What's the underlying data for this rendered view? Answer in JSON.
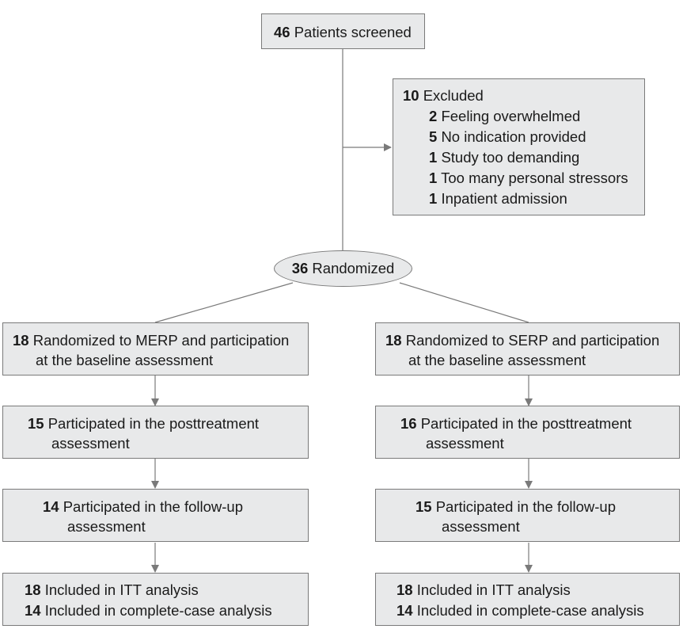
{
  "screened": {
    "n": "46",
    "label": "Patients screened"
  },
  "excluded": {
    "n": "10",
    "label": "Excluded",
    "reasons": [
      {
        "n": "2",
        "label": "Feeling overwhelmed"
      },
      {
        "n": "5",
        "label": "No indication provided"
      },
      {
        "n": "1",
        "label": "Study too demanding"
      },
      {
        "n": "1",
        "label": "Too many personal stressors"
      },
      {
        "n": "1",
        "label": "Inpatient admission"
      }
    ]
  },
  "randomized": {
    "n": "36",
    "label": "Randomized"
  },
  "merp": {
    "baseline": {
      "n": "18",
      "label": "Randomized to MERP and participation",
      "cont": "at the baseline assessment"
    },
    "post": {
      "n": "15",
      "label": "Participated in the posttreatment",
      "cont": "assessment"
    },
    "followup": {
      "n": "14",
      "label": "Participated in the follow-up",
      "cont": "assessment"
    },
    "analysis": [
      {
        "n": "18",
        "label": "Included in ITT analysis"
      },
      {
        "n": "14",
        "label": "Included in complete-case analysis"
      }
    ]
  },
  "serp": {
    "baseline": {
      "n": "18",
      "label": "Randomized to SERP and participation",
      "cont": "at the baseline assessment"
    },
    "post": {
      "n": "16",
      "label": "Participated in the posttreatment",
      "cont": "assessment"
    },
    "followup": {
      "n": "15",
      "label": "Participated in the follow-up",
      "cont": "assessment"
    },
    "analysis": [
      {
        "n": "18",
        "label": "Included in ITT analysis"
      },
      {
        "n": "14",
        "label": "Included in complete-case analysis"
      }
    ]
  }
}
